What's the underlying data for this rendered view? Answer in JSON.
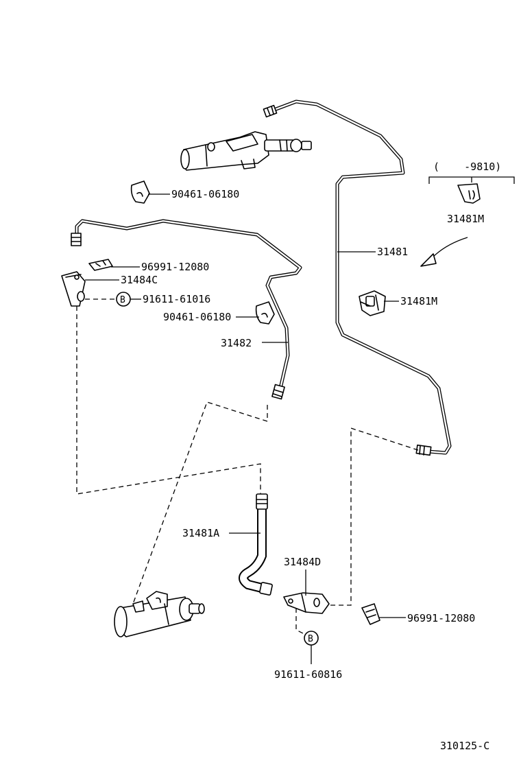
{
  "labels": {
    "clip_upper": "90461-06180",
    "clip_mid": "90461-06180",
    "pipe_main": "31481",
    "pipe_front": "31482",
    "clamp_9810": "31481M",
    "clamp_side": "31481M",
    "clip_left": "96991-12080",
    "bracket_left": "31484C",
    "bolt_left": "91611-61016",
    "hose": "31481A",
    "bracket_right": "31484D",
    "clip_right": "96991-12080",
    "bolt_bottom": "91611-60816",
    "date_range": "(    -9810)",
    "bolt_symbol": "B",
    "figure_code": "310125-C"
  },
  "icons": {
    "master_cylinder": "clutch-master-cylinder-icon",
    "release_cylinder": "clutch-release-cylinder-icon",
    "hose": "flexible-hose-icon",
    "clamp": "pipe-clamp-icon",
    "clip": "retaining-clip-icon",
    "bracket": "mounting-bracket-icon",
    "bolt": "bolt-callout-icon",
    "arrow": "arrow-icon"
  }
}
